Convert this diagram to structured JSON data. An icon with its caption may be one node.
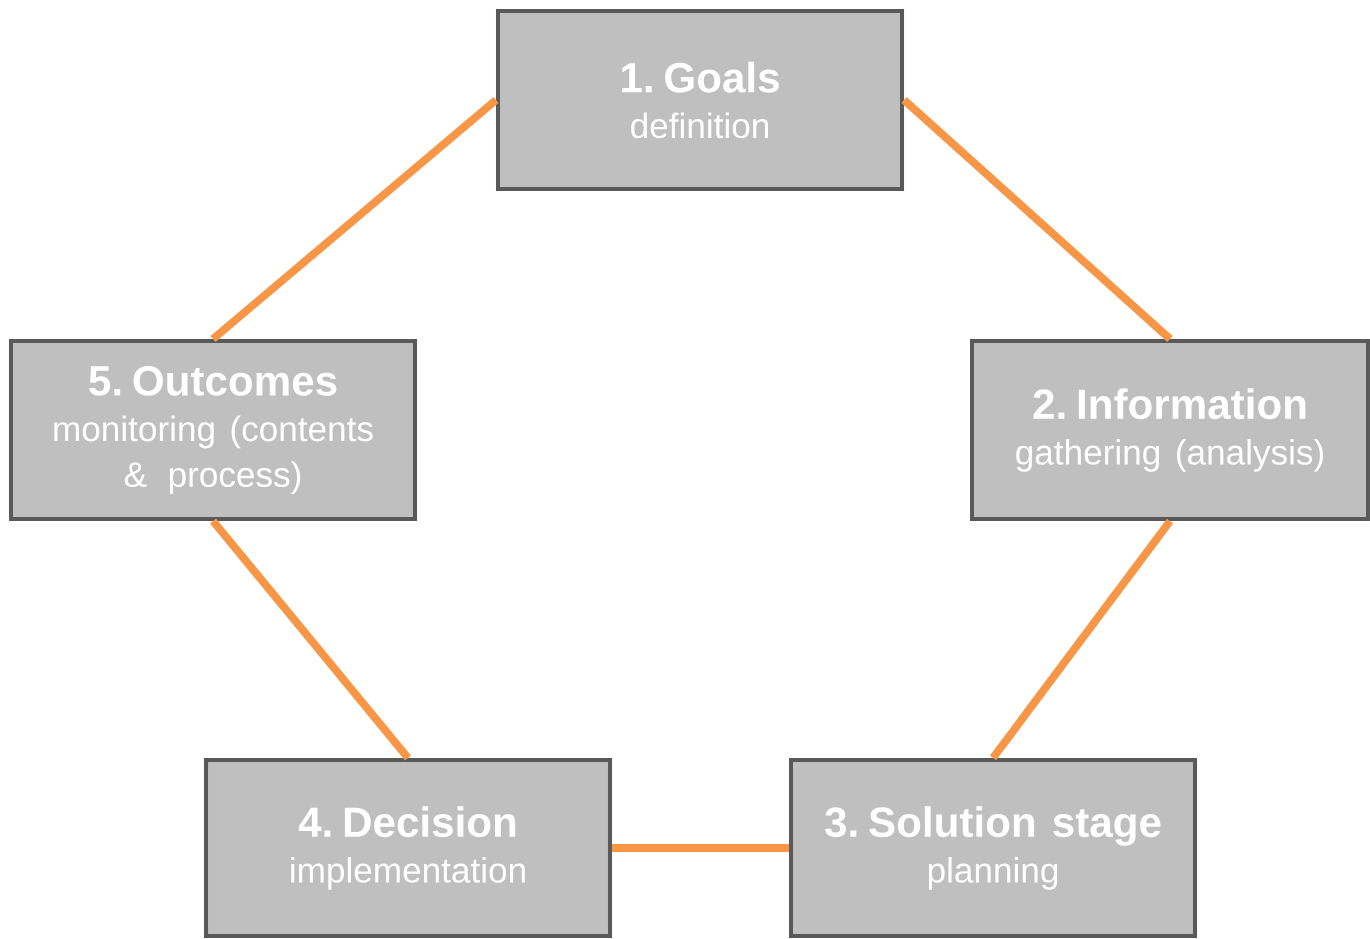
{
  "diagram": {
    "nodes": [
      {
        "text": [
          "1. Goals",
          "definition"
        ]
      },
      {
        "text": [
          "2. Information",
          "gathering (analysis)"
        ]
      },
      {
        "text": [
          "3. Solution stage",
          "planning"
        ]
      },
      {
        "text": [
          "4. Decision",
          "implementation"
        ]
      },
      {
        "text": [
          "5. Outcomes",
          "monitoring (contents & process)"
        ]
      }
    ],
    "edges": [
      {
        "from": 0,
        "to": 1,
        "arrow": "none"
      },
      {
        "from": 1,
        "to": 2,
        "arrow": "none"
      },
      {
        "from": 2,
        "to": 3,
        "arrow": "none"
      },
      {
        "from": 3,
        "to": 4,
        "arrow": "none"
      },
      {
        "from": 4,
        "to": 0,
        "arrow": "none"
      }
    ]
  }
}
